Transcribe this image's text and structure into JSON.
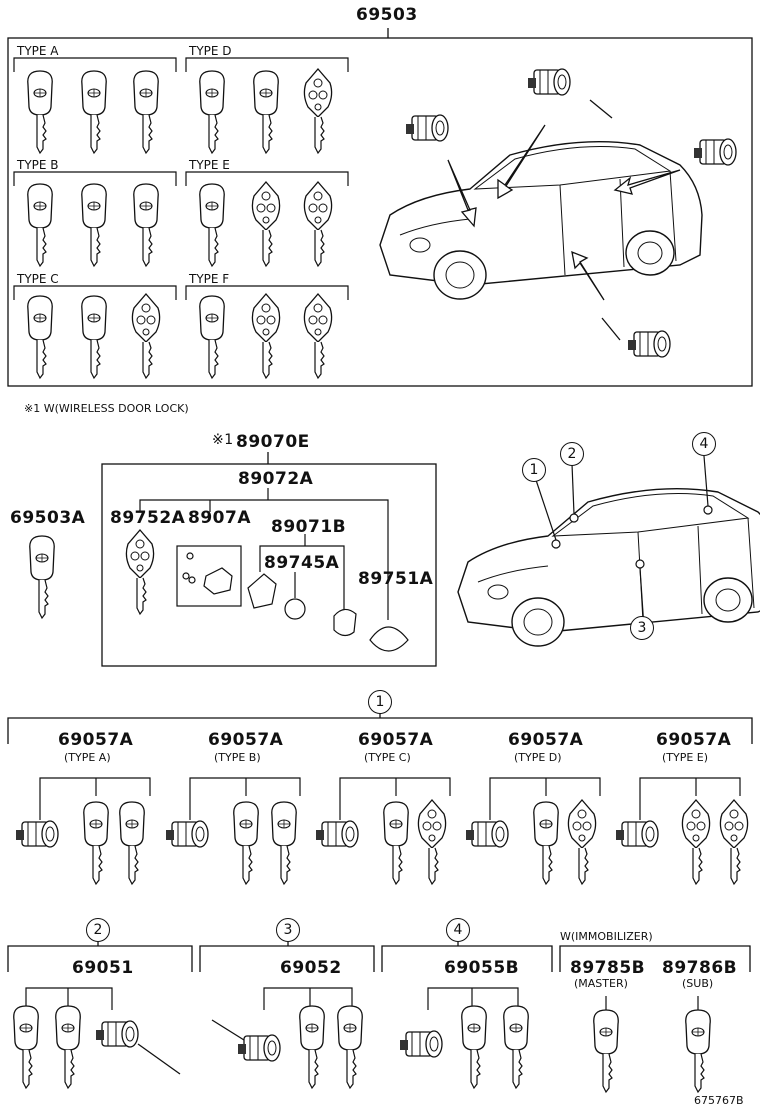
{
  "top_part": "69503",
  "types": [
    "TYPE A",
    "TYPE D",
    "TYPE B",
    "TYPE E",
    "TYPE C",
    "TYPE F"
  ],
  "footnote": "※1 W(WIRELESS DOOR LOCK)",
  "kit": {
    "mark": "※1",
    "part": "89070E",
    "assembly": "89072A",
    "parts": [
      "89752A",
      "8907A",
      "89071B",
      "89745A",
      "89751A"
    ]
  },
  "single_key": "69503A",
  "callouts": [
    "1",
    "2",
    "3",
    "4"
  ],
  "section1": {
    "callout": "1",
    "sets": [
      {
        "part": "69057A",
        "type": "(TYPE A)"
      },
      {
        "part": "69057A",
        "type": "(TYPE B)"
      },
      {
        "part": "69057A",
        "type": "(TYPE C)"
      },
      {
        "part": "69057A",
        "type": "(TYPE D)"
      },
      {
        "part": "69057A",
        "type": "(TYPE E)"
      }
    ]
  },
  "section2": {
    "callout": "2",
    "part": "69051"
  },
  "section3": {
    "callout": "3",
    "part": "69052"
  },
  "section4": {
    "callout": "4",
    "part": "69055B"
  },
  "immobilizer": {
    "title": "W(IMMOBILIZER)",
    "master": {
      "part": "89785B",
      "label": "(MASTER)"
    },
    "sub": {
      "part": "89786B",
      "label": "(SUB)"
    }
  },
  "figure_id": "675767B"
}
